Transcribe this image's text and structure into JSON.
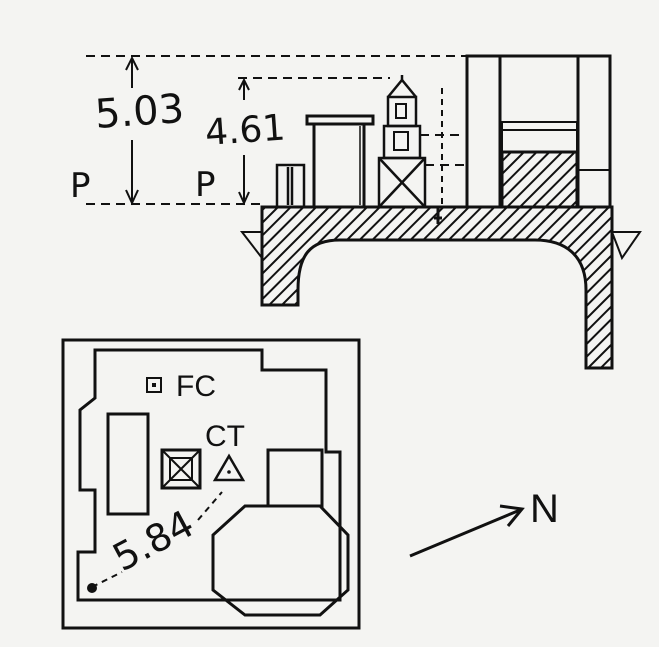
{
  "elevation": {
    "dimension_outer": "5.03",
    "dimension_inner": "4.61",
    "point_label_outer": "P",
    "point_label_inner": "P"
  },
  "plan": {
    "label_fc": "FC",
    "label_ct": "CT",
    "distance": "5.84"
  },
  "north_arrow": {
    "label": "N"
  }
}
